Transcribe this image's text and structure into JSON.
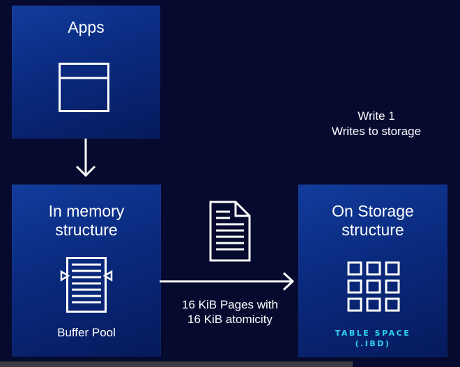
{
  "apps": {
    "title": "Apps",
    "icon": "window-icon"
  },
  "memory": {
    "title_line1": "In memory",
    "title_line2": "structure",
    "icon": "buffer-pool-icon",
    "caption": "Buffer Pool"
  },
  "storage": {
    "title_line1": "On Storage",
    "title_line2": "structure",
    "icon": "grid-icon",
    "caption_line1": "TABLE SPACE",
    "caption_line2": "(.IBD)"
  },
  "write_info": {
    "line1": "Write 1",
    "line2": "Writes to storage"
  },
  "transfer": {
    "icon": "document-icon",
    "line1": "16 KiB Pages with",
    "line2": "16 KiB atomicity"
  },
  "colors": {
    "background": "#050a2e",
    "card": "#0a2a7e",
    "accent": "#2fd4f0"
  }
}
